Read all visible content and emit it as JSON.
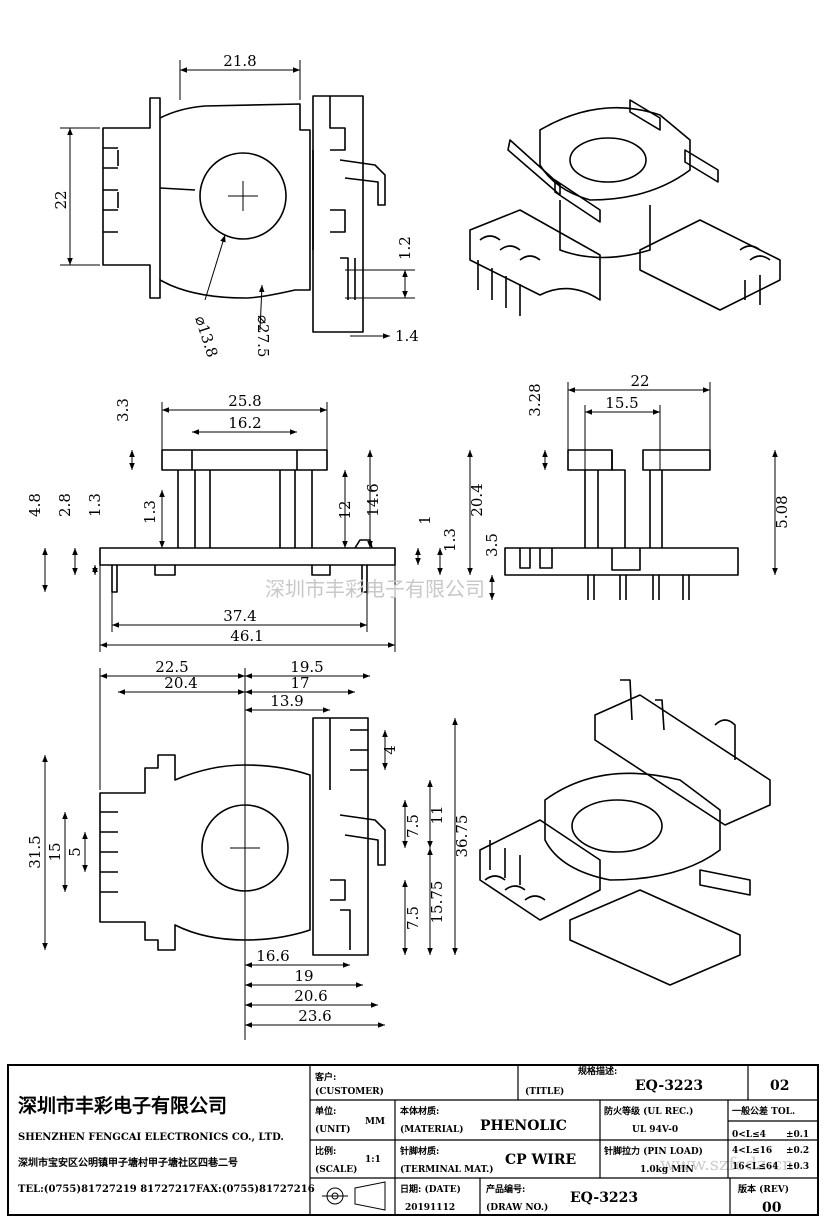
{
  "top_view": {
    "width": "21.8",
    "height": "22",
    "hole_dia": "⌀13.8",
    "flange_dia": "⌀27.5",
    "slot": "1.2",
    "rail": "1.4"
  },
  "side_view": {
    "top_width": "25.8",
    "inner_width": "16.2",
    "flange_t": "3.3",
    "d_4_8": "4.8",
    "d_2_8": "2.8",
    "d_1_3a": "1.3",
    "d_1_3b": "1.3",
    "height_12": "12",
    "height_14_6": "14.6",
    "d_1": "1",
    "d_1_3c": "1.3",
    "base_width": "37.4",
    "overall_width": "46.1"
  },
  "front_view": {
    "top_width": "22",
    "inner_width": "15.5",
    "flange_t": "3.28",
    "height": "20.4",
    "pin_len": "3.5",
    "pin_spacing": "5.08"
  },
  "bottom_view": {
    "d_22_5": "22.5",
    "d_20_4": "20.4",
    "d_19_5": "19.5",
    "d_17": "17",
    "d_13_9": "13.9",
    "d_4": "4",
    "height_31_5": "31.5",
    "d_15": "15",
    "d_5": "5",
    "d_7_5a": "7.5",
    "d_11": "11",
    "d_36_75": "36.75",
    "d_15_75": "15.75",
    "d_7_5b": "7.5",
    "d_16_6": "16.6",
    "d_19": "19",
    "d_20_6": "20.6",
    "d_23_6": "23.6"
  },
  "watermark": "深圳市丰彩电子有限公司",
  "watermark_url": "www.szfcdz.cn",
  "title_block": {
    "company_cn": "深圳市丰彩电子有限公司",
    "company_en": "SHENZHEN FENGCAI ELECTRONICS CO., LTD.",
    "address": "深圳市宝安区公明镇甲子塘村甲子塘社区四巷二号",
    "tel": "TEL:(0755)81727219  81727217",
    "fax": "FAX:(0755)81727216",
    "customer_label": "客户:",
    "customer_label_en": "(CUSTOMER)",
    "spec_label": "规格描述:",
    "title_label_en": "(TITLE)",
    "title_value": "EQ-3223",
    "sheet_no": "02",
    "unit_label": "单位:",
    "unit_label_en": "(UNIT)",
    "unit_value": "MM",
    "material_label": "本体材质:",
    "material_label_en": "(MATERIAL)",
    "material_value": "PHENOLIC",
    "flame_label": "防火等级 (UL REC.)",
    "flame_value": "UL 94V-0",
    "tol_label": "一般公差 TOL.",
    "tol_rows": [
      {
        "range": "0<L≤4",
        "tol": "±0.1"
      },
      {
        "range": "4<L≤16",
        "tol": "±0.2"
      },
      {
        "range": "16<L≤64",
        "tol": "±0.3"
      }
    ],
    "scale_label": "比例:",
    "scale_label_en": "(SCALE)",
    "scale_value": "1:1",
    "terminal_label": "针脚材质:",
    "terminal_label_en": "(TERMINAL MAT.)",
    "terminal_value": "CP WIRE",
    "pinload_label": "针脚拉力 (PIN LOAD)",
    "pinload_value": "1.0kg MIN",
    "date_label": "日期: (DATE)",
    "date_value": "20191112",
    "drawno_label": "产品编号:",
    "drawno_label_en": "(DRAW NO.)",
    "drawno_value": "EQ-3223",
    "rev_label": "版本 (REV)",
    "rev_value": "00"
  }
}
